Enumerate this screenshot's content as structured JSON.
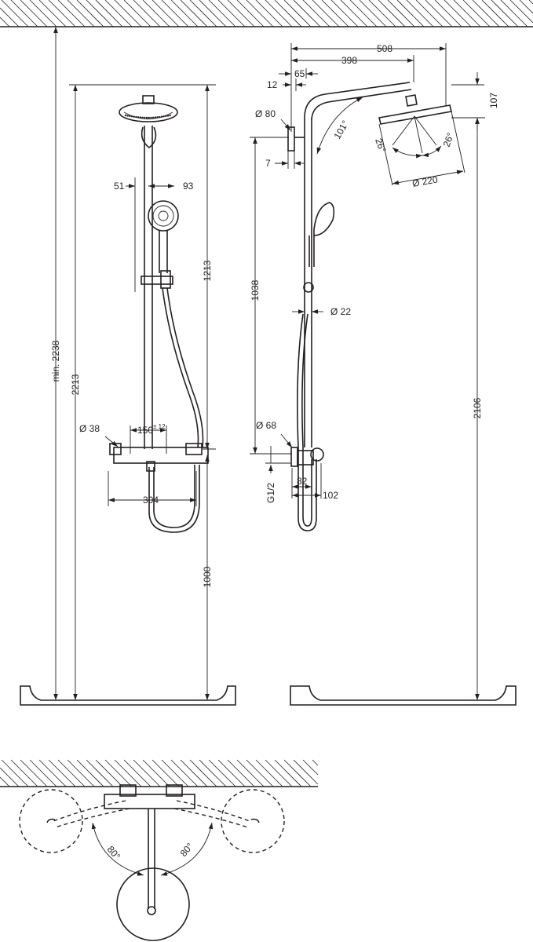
{
  "dimensions": {
    "min_height_total": "min. 2238",
    "height_total": "2213",
    "height_bar": "1213",
    "height_mixer": "1000",
    "overhead_height": "2106",
    "arm_length": "508",
    "arm_to_center": "398",
    "wall_to_bar": "65",
    "bracket_offset": "12",
    "head_drop": "107",
    "wall_bracket_diameter": "Ø 80",
    "bracket_depth": "7",
    "arm_angle": "101°",
    "tilt_left": "26°",
    "tilt_right": "26°",
    "head_diameter": "Ø 220",
    "handshower_left": "51",
    "handshower_right": "93",
    "bar_to_mixer": "1038",
    "pipe_diameter": "Ø 22",
    "escutcheon_diameter": "Ø 38",
    "mixer_center": "150",
    "mixer_center_tolerance": "± 12",
    "mixer_width": "304",
    "mixer_escutcheon": "Ø 68",
    "thread": "G1/2",
    "mixer_depth_a": "82",
    "mixer_depth_b": "102",
    "swivel_left": "80°",
    "swivel_right": "80°"
  }
}
